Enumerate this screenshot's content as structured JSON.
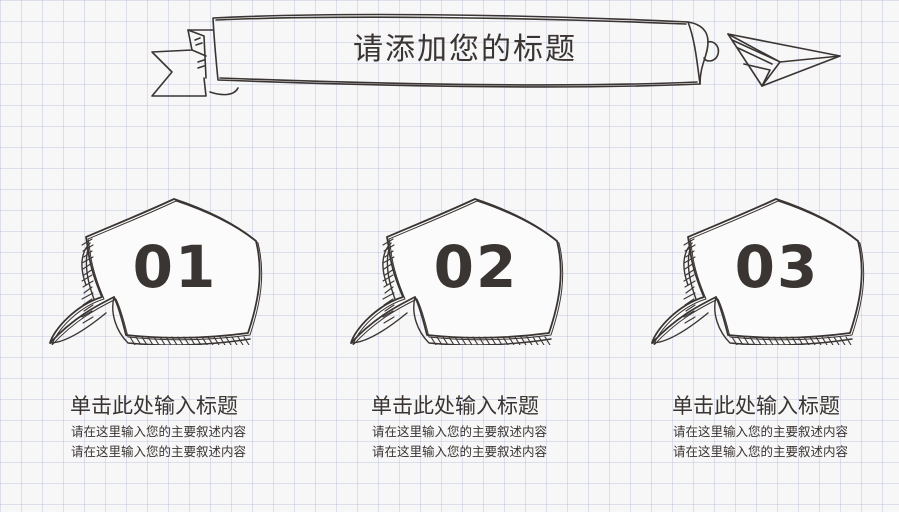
{
  "header": {
    "title": "请添加您的标题"
  },
  "cards": [
    {
      "number": "01",
      "title": "单击此处输入标题",
      "lines": [
        "请在这里输入您的主要叙述内容",
        "请在这里输入您的主要叙述内容"
      ]
    },
    {
      "number": "02",
      "title": "单击此处输入标题",
      "lines": [
        "请在这里输入您的主要叙述内容",
        "请在这里输入您的主要叙述内容"
      ]
    },
    {
      "number": "03",
      "title": "单击此处输入标题",
      "lines": [
        "请在这里输入您的主要叙述内容",
        "请在这里输入您的主要叙述内容"
      ]
    }
  ],
  "decor": {
    "ink": "#3a3533",
    "grid": "#a0a8d2",
    "paper": "#f7f7f7"
  }
}
